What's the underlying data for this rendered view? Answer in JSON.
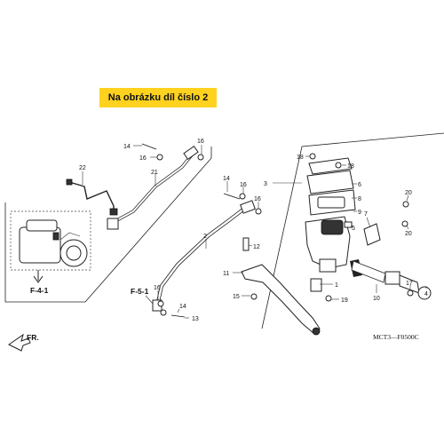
{
  "banner": {
    "text": "Na obrázku díl číslo 2",
    "color": "#ffd21f"
  },
  "refs": {
    "abs_unit": "F-4-1",
    "caliper": "F-5-1"
  },
  "diagram_code": "MCT3—F0500C",
  "direction_label": "FR.",
  "callouts": [
    "22",
    "14",
    "16",
    "21",
    "16",
    "14",
    "16",
    "16",
    "2",
    "12",
    "11",
    "15",
    "16",
    "14",
    "13",
    "18",
    "18",
    "3",
    "6",
    "8",
    "9",
    "7",
    "5",
    "20",
    "20",
    "1",
    "19",
    "10",
    "17",
    "4"
  ]
}
